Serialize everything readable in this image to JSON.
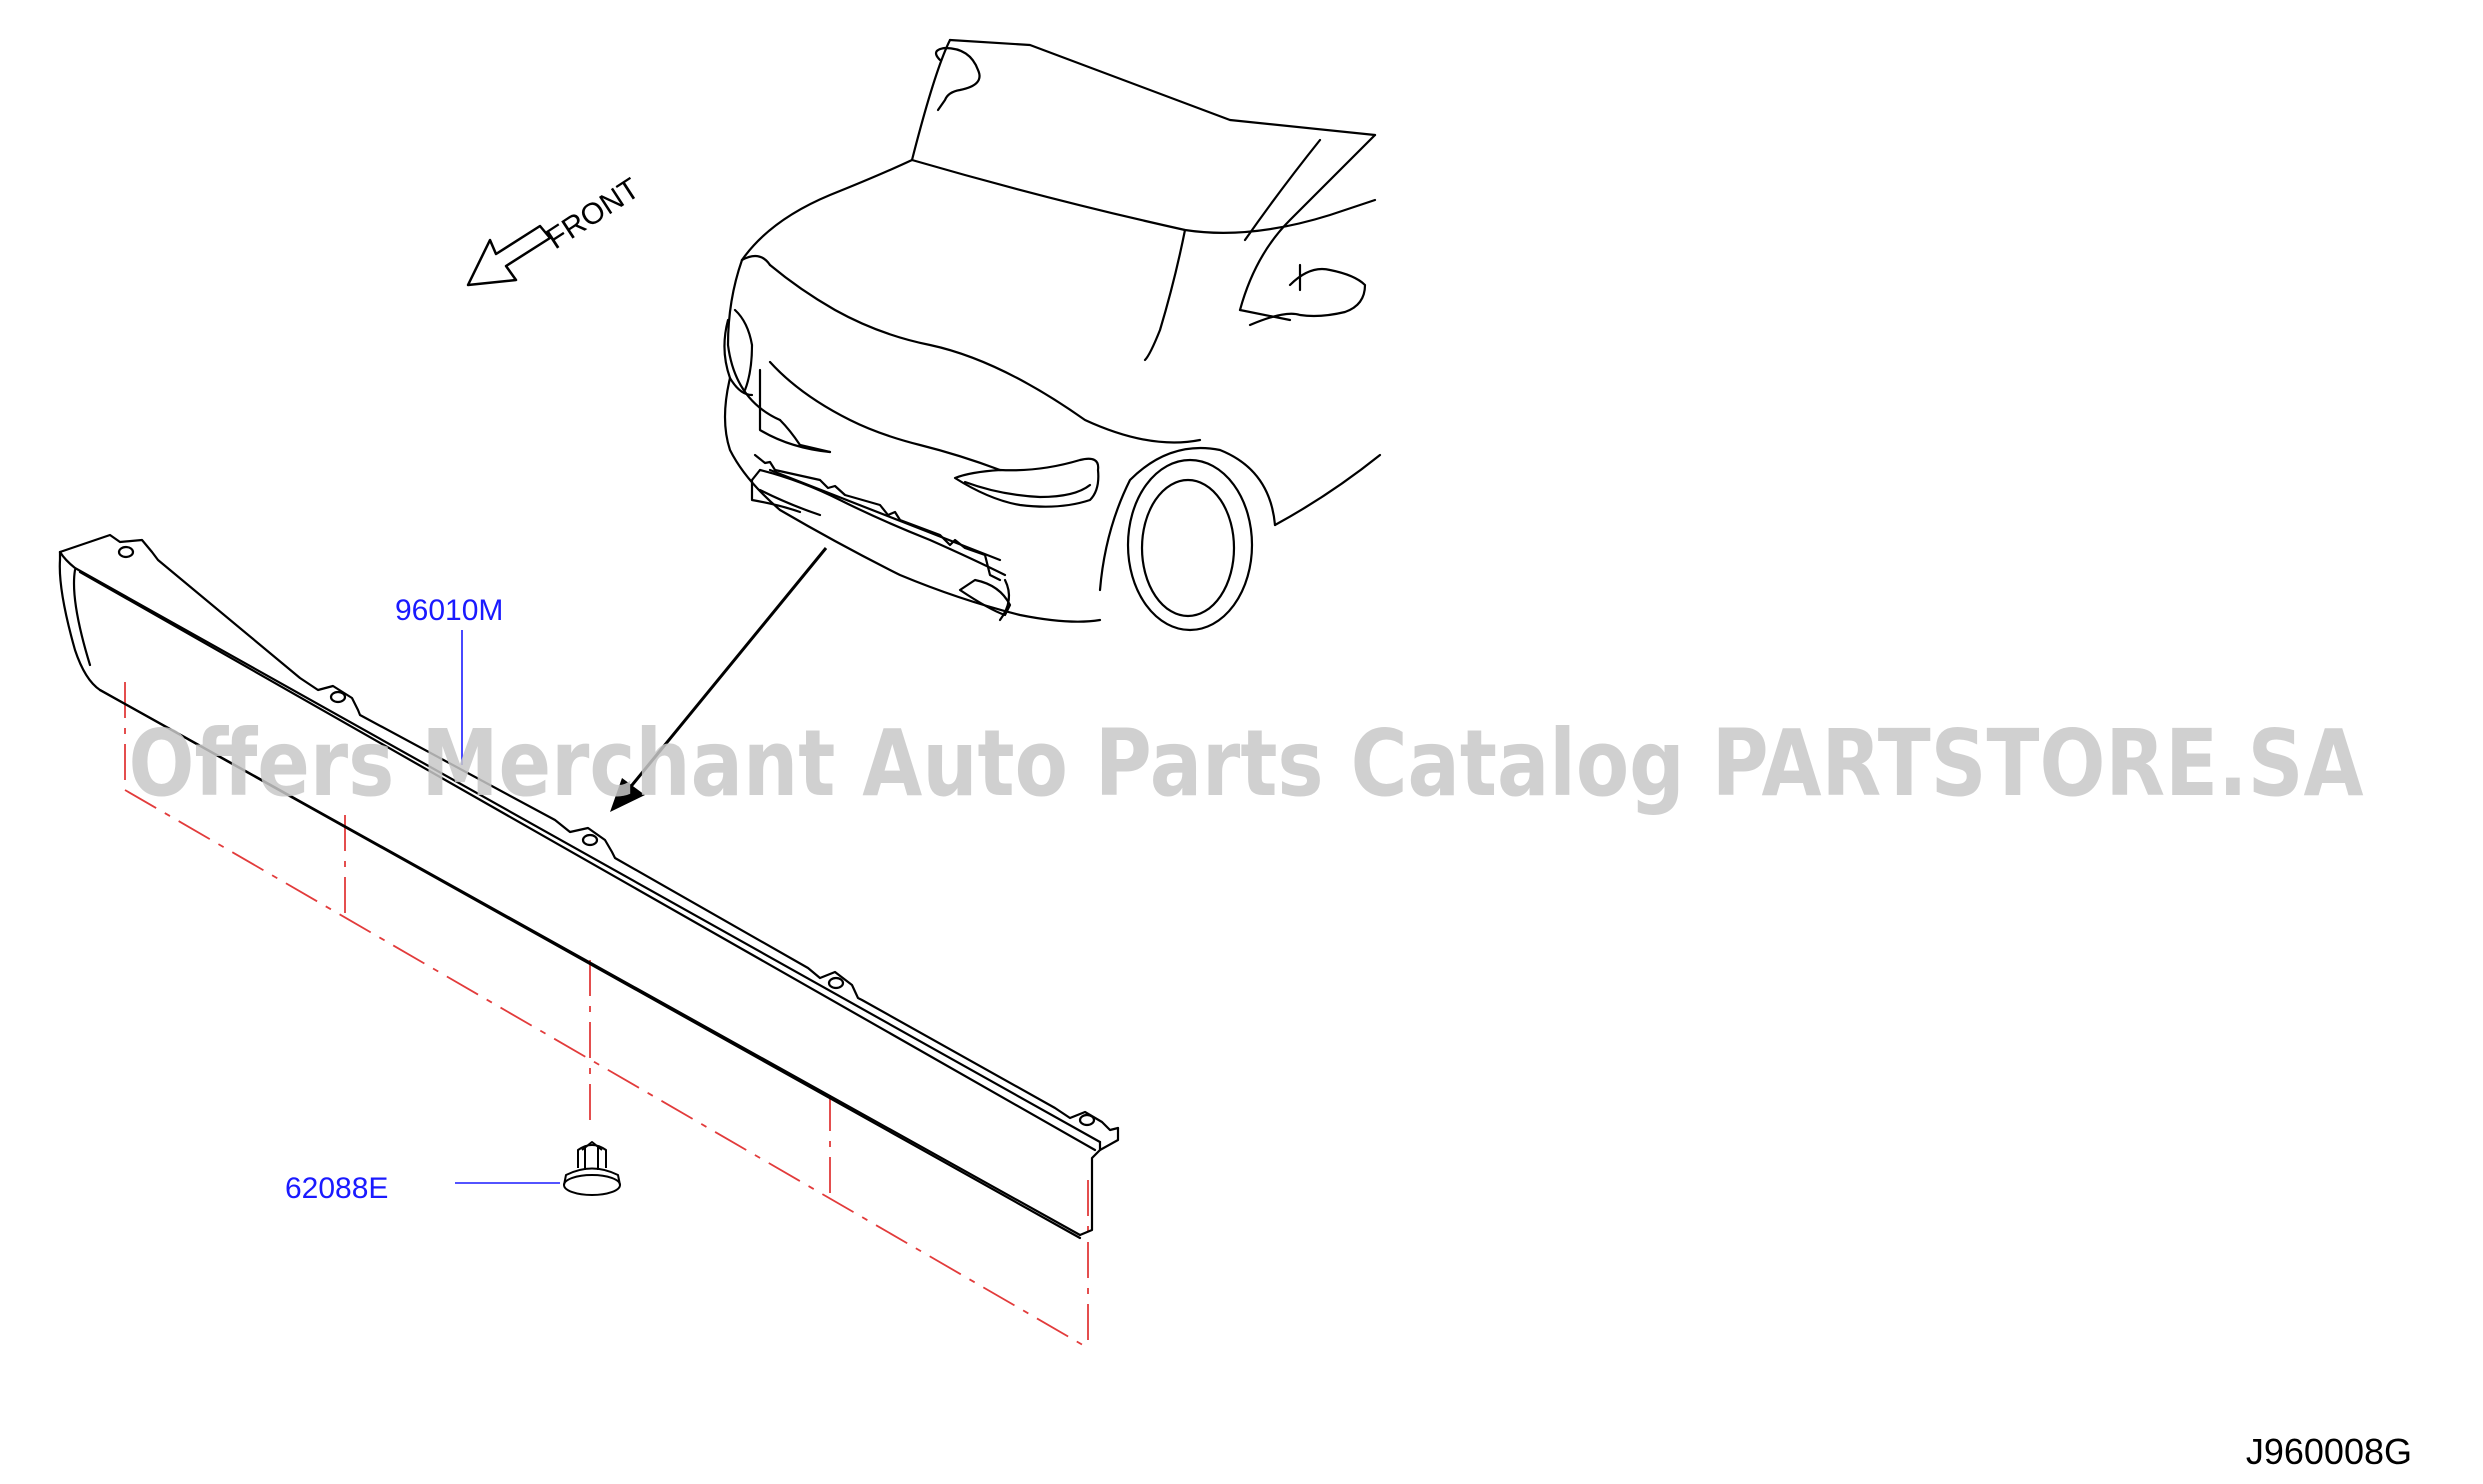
{
  "diagram": {
    "front_label": "FRONT",
    "parts": [
      {
        "id": "part-96010M",
        "number": "96010M",
        "name": "bumper-lower-garnish"
      },
      {
        "id": "part-62088E",
        "number": "62088E",
        "name": "clip"
      }
    ],
    "figure_code": "J960008G",
    "watermark": "Offers Merchant Auto Parts Catalog PARTSTORE.SA",
    "colors": {
      "line": "#000000",
      "label": "#1a1aff",
      "leader": "#1a1aff",
      "dash": "#e23b3b",
      "watermark": "#c8c8c8"
    }
  }
}
